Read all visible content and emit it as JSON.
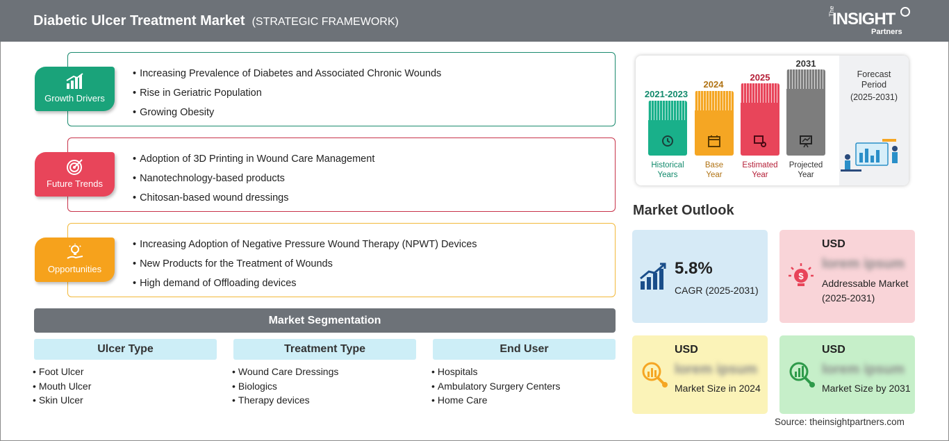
{
  "header": {
    "title": "Diabetic Ulcer Treatment Market",
    "subtitle": "(STRATEGIC FRAMEWORK)",
    "logo": {
      "the": "The",
      "main": "INSIGHT",
      "partners": "Partners"
    }
  },
  "framework": [
    {
      "label": "Growth Drivers",
      "color": "#1aa37a",
      "border": "#1a8a6e",
      "icon": "bar-growth-icon",
      "items": [
        "Increasing Prevalence of Diabetes and Associated Chronic Wounds",
        "Rise in Geriatric Population",
        "Growing Obesity"
      ]
    },
    {
      "label": "Future Trends",
      "color": "#e8455a",
      "border": "#c8334a",
      "icon": "target-icon",
      "items": [
        "Adoption of 3D Printing in Wound Care Management",
        "Nanotechnology-based products",
        "Chitosan-based wound dressings"
      ]
    },
    {
      "label": "Opportunities",
      "color": "#f6a21c",
      "border": "#f2b83a",
      "icon": "lightbulb-hand-icon",
      "items": [
        "Increasing Adoption of Negative Pressure Wound Therapy (NPWT) Devices",
        "New Products for the Treatment of Wounds",
        "High demand of Offloading devices"
      ]
    }
  ],
  "segmentation": {
    "title": "Market Segmentation",
    "columns": [
      {
        "head": "Ulcer Type",
        "items": [
          "Foot Ulcer",
          "Mouth Ulcer",
          "Skin Ulcer"
        ]
      },
      {
        "head": "Treatment Type",
        "items": [
          "Wound Care Dressings",
          "Biologics",
          "Therapy devices"
        ]
      },
      {
        "head": "End User",
        "items": [
          "Hospitals",
          "Ambulatory Surgery Centers",
          "Home Care"
        ]
      }
    ]
  },
  "timeline": {
    "bars": [
      {
        "year": "2021-2023",
        "caption1": "Historical",
        "caption2": "Years",
        "color": "#19b08a",
        "yearColor": "#128a6c"
      },
      {
        "year": "2024",
        "caption1": "Base",
        "caption2": "Year",
        "color": "#f5a623",
        "yearColor": "#b07315"
      },
      {
        "year": "2025",
        "caption1": "Estimated",
        "caption2": "Year",
        "color": "#e8455a",
        "yearColor": "#b52038"
      },
      {
        "year": "2031",
        "caption1": "Projected",
        "caption2": "Year",
        "color": "#7d7d7d",
        "yearColor": "#333333"
      }
    ],
    "forecast": {
      "line1": "Forecast",
      "line2": "Period",
      "line3": "(2025-2031)"
    }
  },
  "outlook": {
    "title": "Market Outlook",
    "cagr": {
      "value": "5.8%",
      "label": "CAGR (2025-2031)",
      "bg": "#d6eaf6"
    },
    "addressable": {
      "usd": "USD",
      "blur": "lorem ipsum",
      "label": "Addressable Market (2025-2031)",
      "bg": "#f9d4d8"
    },
    "size2024": {
      "usd": "USD",
      "blur": "lorem ipsum",
      "label": "Market Size in 2024",
      "bg": "#fbf3b8"
    },
    "size2031": {
      "usd": "USD",
      "blur": "lorem ipsum",
      "label": "Market Size by 2031",
      "bg": "#c6efc9"
    }
  },
  "source": "Source: theinsightpartners.com"
}
